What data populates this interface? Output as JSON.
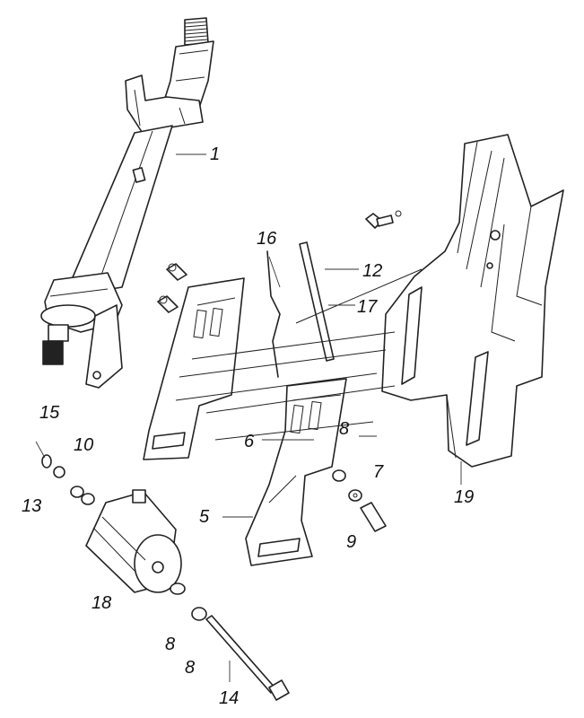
{
  "labels": {
    "l1": "1",
    "l5": "5",
    "l6": "6",
    "l7": "7",
    "l8a": "8",
    "l8b": "8",
    "l8c": "8",
    "l9": "9",
    "l10": "10",
    "l12": "12",
    "l13": "13",
    "l14": "14",
    "l15": "15",
    "l16": "16",
    "l17": "17",
    "l18": "18",
    "l19": "19"
  }
}
